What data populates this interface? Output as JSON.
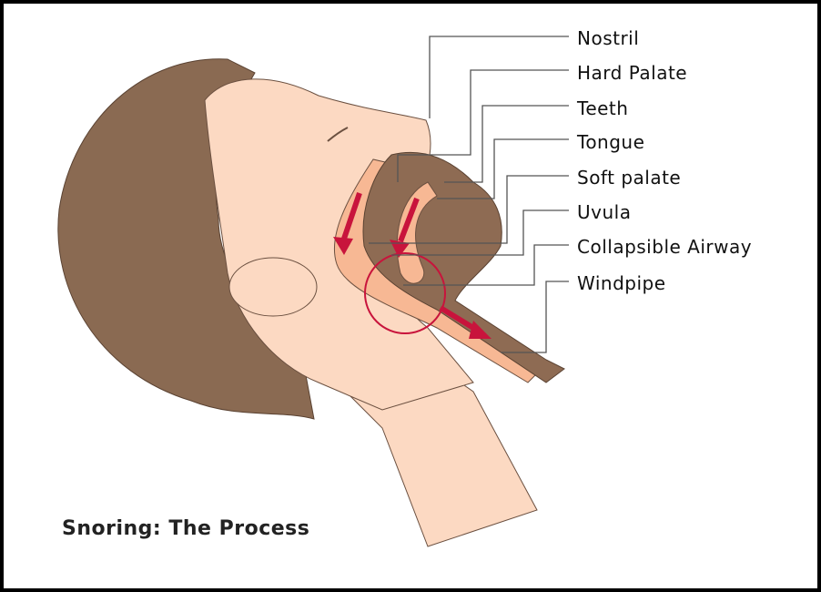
{
  "title": "Snoring: The Process",
  "labels": [
    "Nostril",
    "Hard Palate",
    "Teeth",
    "Tongue",
    "Soft palate",
    "Uvula",
    "Collapsible Airway",
    "Windpipe"
  ],
  "colors": {
    "skin": "#fcd9c2",
    "hair": "#8a6a52",
    "inner": "#8e6b53",
    "airway": "#f7b894",
    "arrow": "#c8143c",
    "leader": "#555555"
  }
}
